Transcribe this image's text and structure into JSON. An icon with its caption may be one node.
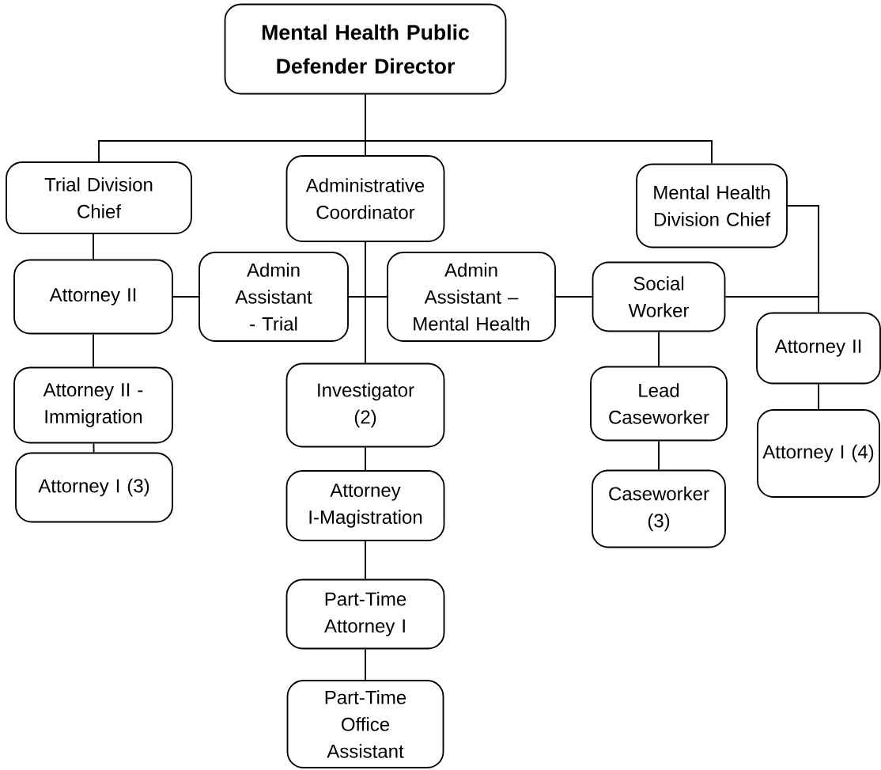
{
  "diagram": {
    "nodes": [
      {
        "text": [
          "Mental Health Public Defender Director"
        ]
      },
      {
        "text": [
          "Trial Division Chief"
        ]
      },
      {
        "text": [
          "Administrative Coordinator"
        ]
      },
      {
        "text": [
          "Mental Health Division Chief"
        ]
      },
      {
        "text": [
          "Attorney II"
        ]
      },
      {
        "text": [
          "Admin Assistant - Trial"
        ]
      },
      {
        "text": [
          "Admin Assistant – Mental Health"
        ]
      },
      {
        "text": [
          "Social Worker"
        ]
      },
      {
        "text": [
          "Attorney II"
        ]
      },
      {
        "text": [
          "Attorney II - Immigration"
        ]
      },
      {
        "text": [
          "Investigator (2)"
        ]
      },
      {
        "text": [
          "Lead Caseworker"
        ]
      },
      {
        "text": [
          "Attorney I (4)"
        ]
      },
      {
        "text": [
          "Attorney I (3)"
        ]
      },
      {
        "text": [
          "Caseworker (3)"
        ]
      },
      {
        "text": [
          "Attorney I-Magistration"
        ]
      },
      {
        "text": [
          "Part-Time Attorney I"
        ]
      },
      {
        "text": [
          "Part-Time Office Assistant"
        ]
      }
    ],
    "edges": [
      {
        "from": 0,
        "to": 1,
        "arrow": "none"
      },
      {
        "from": 0,
        "to": 2,
        "arrow": "none"
      },
      {
        "from": 0,
        "to": 3,
        "arrow": "none"
      },
      {
        "from": 1,
        "to": 4,
        "arrow": "none"
      },
      {
        "from": 4,
        "to": 5,
        "arrow": "none"
      },
      {
        "from": 2,
        "to": 5,
        "arrow": "none"
      },
      {
        "from": 2,
        "to": 6,
        "arrow": "none"
      },
      {
        "from": 2,
        "to": 10,
        "arrow": "none"
      },
      {
        "from": 6,
        "to": 7,
        "arrow": "none"
      },
      {
        "from": 3,
        "to": 7,
        "arrow": "none"
      },
      {
        "from": 3,
        "to": 8,
        "arrow": "none"
      },
      {
        "from": 4,
        "to": 9,
        "arrow": "none"
      },
      {
        "from": 9,
        "to": 13,
        "arrow": "none"
      },
      {
        "from": 7,
        "to": 11,
        "arrow": "none"
      },
      {
        "from": 11,
        "to": 14,
        "arrow": "none"
      },
      {
        "from": 8,
        "to": 12,
        "arrow": "none"
      },
      {
        "from": 10,
        "to": 15,
        "arrow": "none"
      },
      {
        "from": 15,
        "to": 16,
        "arrow": "none"
      },
      {
        "from": 16,
        "to": 17,
        "arrow": "none"
      }
    ]
  }
}
